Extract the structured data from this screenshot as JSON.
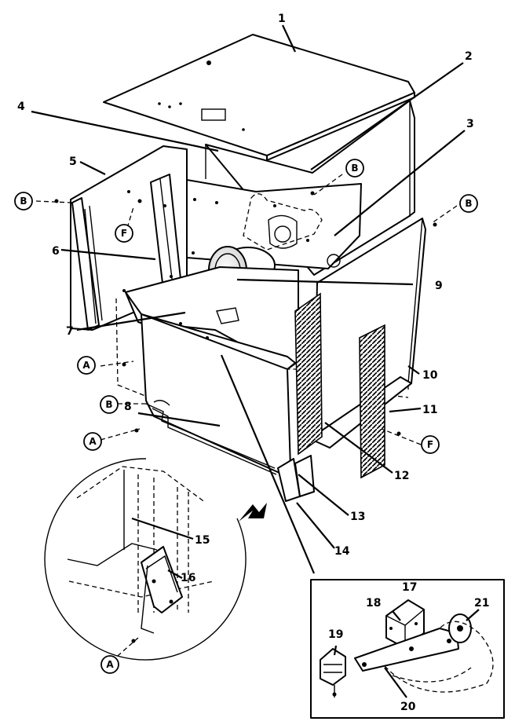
{
  "callouts": [
    {
      "id": "c1",
      "text": "1"
    },
    {
      "id": "c2",
      "text": "2"
    },
    {
      "id": "c3",
      "text": "3"
    },
    {
      "id": "c4",
      "text": "4"
    },
    {
      "id": "c5",
      "text": "5"
    },
    {
      "id": "c6",
      "text": "6"
    },
    {
      "id": "c7",
      "text": "7"
    },
    {
      "id": "c8",
      "text": "8"
    },
    {
      "id": "c9",
      "text": "9"
    },
    {
      "id": "c10",
      "text": "10"
    },
    {
      "id": "c11",
      "text": "11"
    },
    {
      "id": "c12",
      "text": "12"
    },
    {
      "id": "c13",
      "text": "13"
    },
    {
      "id": "c14",
      "text": "14"
    },
    {
      "id": "c15",
      "text": "15"
    },
    {
      "id": "c16",
      "text": "16"
    },
    {
      "id": "c17",
      "text": "17"
    },
    {
      "id": "c18",
      "text": "18"
    },
    {
      "id": "c19",
      "text": "19"
    },
    {
      "id": "c20",
      "text": "20"
    },
    {
      "id": "c21",
      "text": "21"
    }
  ],
  "fastener_labels": {
    "b": "B",
    "f": "F",
    "a": "A"
  }
}
